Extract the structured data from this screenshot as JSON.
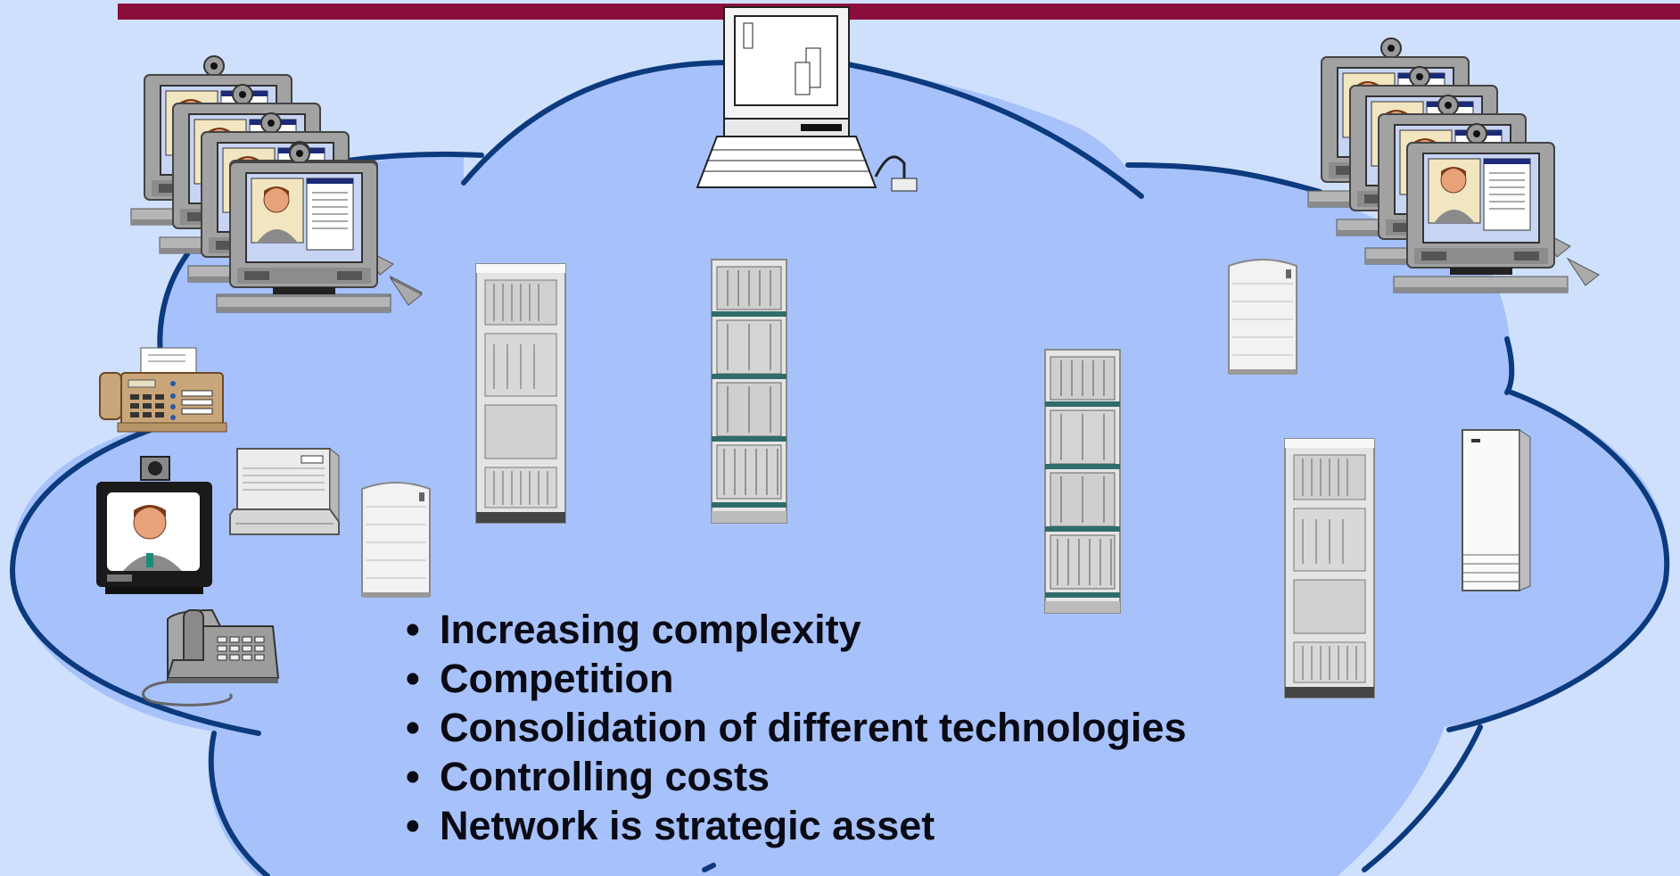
{
  "colors": {
    "background": "#cfe0fd",
    "cloud_fill": "#a7c2fb",
    "cloud_outline": "#0c3a7e",
    "title_bar": "#8a0d3b",
    "text": "#0a0a14"
  },
  "bullets": [
    {
      "marker": "•",
      "text": "Increasing complexity"
    },
    {
      "marker": "•",
      "text": "Competition"
    },
    {
      "marker": "•",
      "text": "Consolidation of different technologies"
    },
    {
      "marker": "•",
      "text": "Controlling costs"
    },
    {
      "marker": "•",
      "text": "Network is strategic asset"
    }
  ],
  "icons": [
    "video-workstation-icon",
    "mainframe-terminal-icon",
    "server-rack-icon",
    "tower-server-icon",
    "fax-machine-icon",
    "video-monitor-icon",
    "printer-icon",
    "desk-phone-icon"
  ]
}
